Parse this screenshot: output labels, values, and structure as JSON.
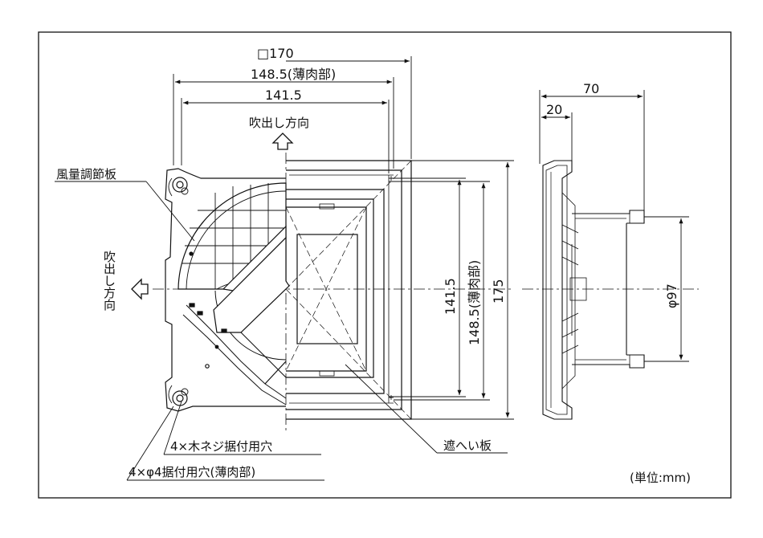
{
  "dimensions": {
    "square_170": "□170",
    "width_148_5": "148.5(薄肉部)",
    "width_141_5": "141.5",
    "height_141_5": "141.5",
    "height_148_5": "148.5(薄肉部)",
    "height_175": "175",
    "depth_70": "70",
    "flange_20": "20",
    "diameter_97": "φ97"
  },
  "labels": {
    "outlet_direction_top": "吹出し方向",
    "outlet_direction_left": "吹出し方向",
    "damper_plate": "風量調節板",
    "wood_screw_holes": "4×木ネジ据付用穴",
    "mount_holes_thin": "4×φ4据付用穴(薄肉部)",
    "shield_plate": "遮へい板",
    "unit_note": "(単位:mm)"
  },
  "colors": {
    "line": "#111111",
    "background": "#ffffff"
  }
}
